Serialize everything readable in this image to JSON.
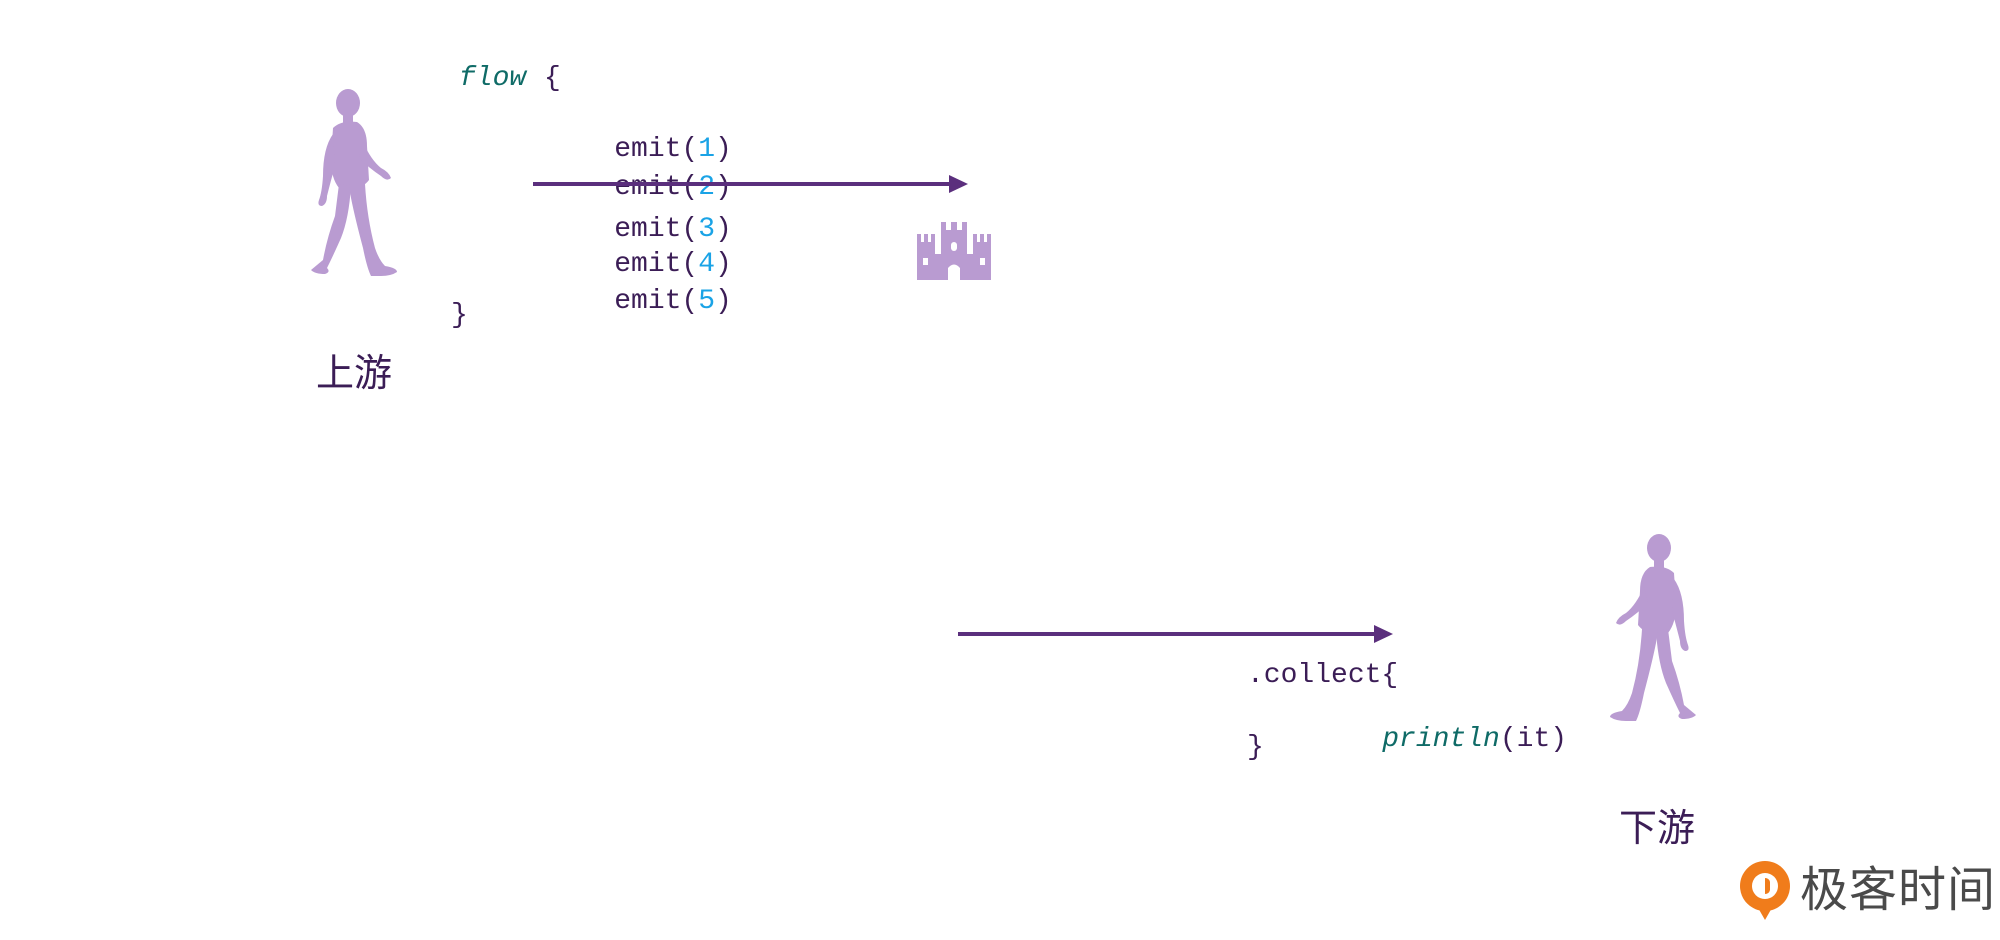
{
  "colors": {
    "arrow": "#5b2f7d",
    "figure": "#b99bd1",
    "code_text": "#3b1d56",
    "keyword": "#0f6b67",
    "number": "#1aa3e6",
    "logo_orange": "#f07c1b",
    "logo_text": "#4a4a4a"
  },
  "upstream": {
    "label": "上游",
    "figure_icon": "walking-person-icon",
    "castle_icon": "castle-icon",
    "code": {
      "flow_keyword": "flow",
      "open_brace": "{",
      "emit_fn": "emit(",
      "close_paren": ")",
      "emit_args": [
        "1",
        "2",
        "3",
        "4",
        "5"
      ],
      "close_brace": "}"
    }
  },
  "downstream": {
    "label": "下游",
    "figure_icon": "walking-person-icon",
    "code": {
      "collect_line": ".collect{",
      "println_keyword": "println",
      "println_args": "(it)",
      "close_brace": "}"
    }
  },
  "logo": {
    "icon": "geektime-logo-icon",
    "text": "极客时间"
  }
}
